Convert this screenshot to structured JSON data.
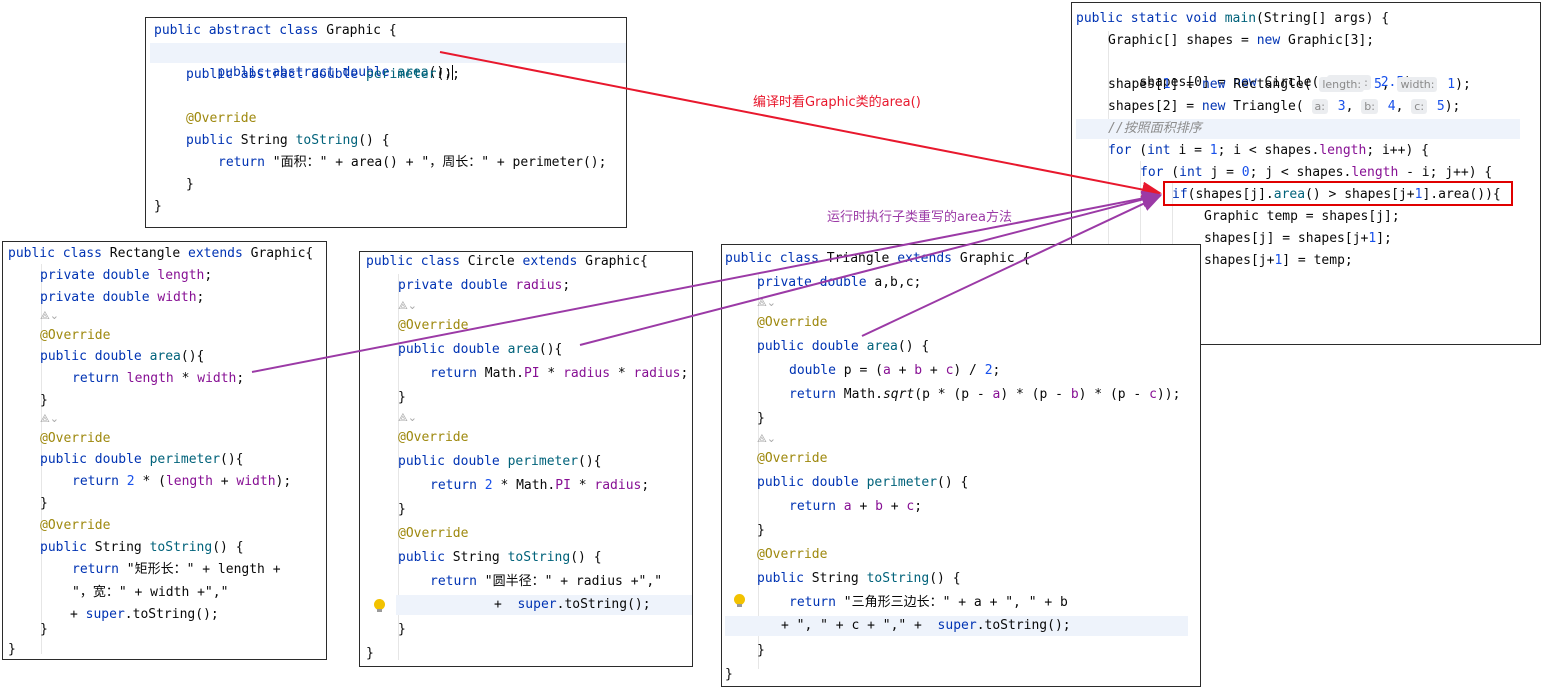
{
  "annotations": {
    "compile_note": "编译时看Graphic类的area()",
    "runtime_note": "运行时执行子类重写的area方法"
  },
  "graphic": {
    "l1": "public abstract class Graphic {",
    "l2": "public abstract double area();",
    "l3": "public abstract double perimeter();",
    "l4": "@Override",
    "l5": "public String toString() {",
    "l6": "return \"面积：\" + area() + \"，周长：\" + perimeter();",
    "l7": "}",
    "l8": "}"
  },
  "main": {
    "l1": "public static void main(String[] args) {",
    "l2": "Graphic[] shapes = new Graphic[3];",
    "l3": "shapes[0] = new Circle( radius: 2.5);",
    "l4": "shapes[1] = new Rectangle( length: 5, width: 1);",
    "l5": "shapes[2] = new Triangle( a: 3, b: 4, c: 5);",
    "l6": "//按照面积排序",
    "l7": "for (int i = 1; i < shapes.length; i++) {",
    "l8": "for (int j = 0; j < shapes.length - i; j++) {",
    "l9": "if(shapes[j].area() > shapes[j+1].area()){",
    "l10": "Graphic temp = shapes[j];",
    "l11": "shapes[j] = shapes[j+1];",
    "l12": "shapes[j+1] = temp;",
    "l13": "}",
    "l14": "}",
    "l15": "}"
  },
  "rectangle": {
    "l1": "public class Rectangle extends Graphic{",
    "l2": "private double length;",
    "l3": "private double width;",
    "l4": "@Override",
    "l5": "public double area(){",
    "l6": "return length * width;",
    "l7": "}",
    "l8": "@Override",
    "l9": "public double perimeter(){",
    "l10": "return 2 * (length + width);",
    "l11": "}",
    "l12": "@Override",
    "l13": "public String toString() {",
    "l14": "return \"矩形长：\" + length +",
    "l15": "\"，宽：\" + width +\",\"",
    "l16": "+ super.toString();",
    "l17": "}",
    "l18": "}"
  },
  "circle": {
    "l1": "public class Circle extends Graphic{",
    "l2": "private double radius;",
    "l3": "@Override",
    "l4": "public double area(){",
    "l5": "return Math.PI * radius * radius;",
    "l6": "}",
    "l7": "@Override",
    "l8": "public double perimeter(){",
    "l9": "return 2 * Math.PI * radius;",
    "l10": "}",
    "l11": "@Override",
    "l12": "public String toString() {",
    "l13": "return \"圆半径：\" + radius +\",\"",
    "l14": "+  super.toString();",
    "l15": "}",
    "l16": "}"
  },
  "triangle": {
    "l1": "public class Triangle extends Graphic {",
    "l2": "private double a,b,c;",
    "l3": "@Override",
    "l4": "public double area() {",
    "l5": "double p = (a + b + c) / 2;",
    "l6": "return Math.sqrt(p * (p - a) * (p - b) * (p - c));",
    "l7": "}",
    "l8": "@Override",
    "l9": "public double perimeter() {",
    "l10": "return a + b + c;",
    "l11": "}",
    "l12": "@Override",
    "l13": "public String toString() {",
    "l14": "return \"三角形三边长：\" + a + \", \" + b",
    "l15": "+ \", \" + c + \",\" +  super.toString();",
    "l16": "}",
    "l17": "}"
  },
  "colors": {
    "keyword": "#0033b3",
    "method": "#00627a",
    "field": "#871094",
    "string": "#067d17",
    "number": "#1750eb",
    "annotation": "#9e880d",
    "comment": "#8c8c8c",
    "red_arrow": "#e8182d",
    "purple_arrow": "#9b3aa6"
  }
}
